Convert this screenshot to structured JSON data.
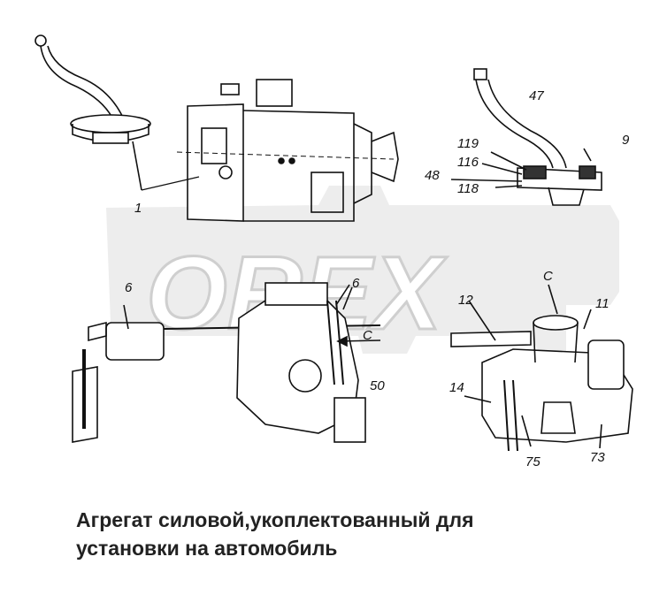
{
  "watermark": {
    "text": "OREX",
    "color": "#d9d9d9"
  },
  "callouts": {
    "c1": "1",
    "c47": "47",
    "c9": "9",
    "c119": "119",
    "c116": "116",
    "c48": "48",
    "c118": "118",
    "c6a": "6",
    "c6b": "6",
    "c12": "12",
    "cC1": "C",
    "c11": "11",
    "cC2": "C",
    "c50": "50",
    "c14": "14",
    "c75": "75",
    "c73": "73"
  },
  "caption": {
    "line1": "Агрегат силовой,укоплектованный для",
    "line2": "установки на автомобиль"
  }
}
